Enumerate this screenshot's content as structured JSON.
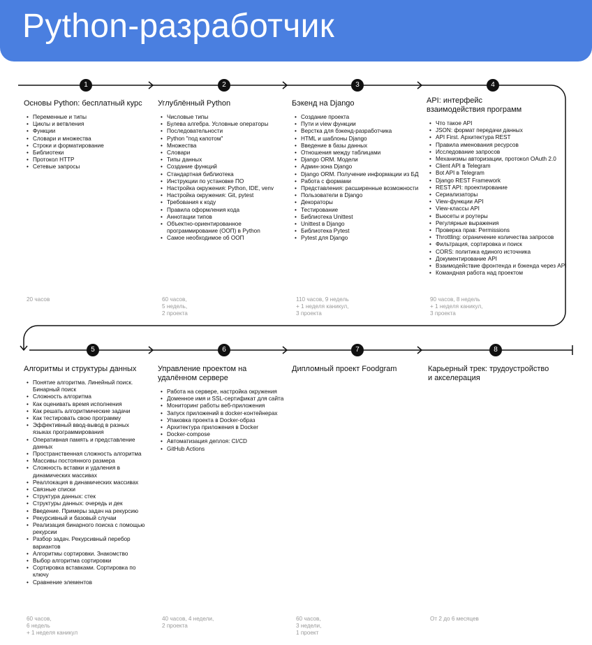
{
  "title": "Python-разработчик",
  "colors": {
    "header": "#4a7fe0",
    "line": "#111111",
    "meta": "#999999"
  },
  "stages": [
    {
      "number": "1",
      "title": "Основы Python: бесплатный курс",
      "items": [
        "Переменные и типы",
        "Циклы и ветвления",
        "Функции",
        "Словари и множества",
        "Строки и форматирование",
        "Библиотеки",
        "Протокол HTTP",
        "Сетевые запросы"
      ],
      "meta": "20 часов"
    },
    {
      "number": "2",
      "title": "Углублённый Python",
      "items": [
        "Числовые типы",
        "Булева алгебра. Условные операторы",
        "Последовательности",
        "Python \"под капотом\"",
        "Множества",
        "Словари",
        "Типы данных",
        "Создание функций",
        "Стандартная библиотека",
        "Инструкции по установке ПО",
        "Настройка окружения: Python, IDE, venv",
        "Настройка окружения: Git, pytest",
        "Требования к коду",
        "Правила оформления кода",
        "Аннотации типов",
        "Объектно-ориентированное программирование (ООП) в Python",
        "Самое необходимое об ООП"
      ],
      "meta": "60 часов,\n5 недель,\n2 проекта"
    },
    {
      "number": "3",
      "title": "Бэкенд на Django",
      "items": [
        "Создание проекта",
        "Пути и view функции",
        "Верстка для бэкенд-разработчика",
        "HTML и шаблоны Django",
        "Введение в базы данных",
        "Отношения между таблицами",
        "Django ORM. Модели",
        "Админ-зона Django",
        "Django ORM. Получение информации из БД",
        "Работа с формами",
        "Представления: расширенные возможности",
        "Пользователи в Django",
        "Декораторы",
        "Тестирование",
        "Библиотека Unittest",
        "Unittest в Django",
        "Библиотека Pytest",
        "Pytest для Django"
      ],
      "meta": "110 часов, 9 недель\n+ 1 неделя каникул,\n3 проекта"
    },
    {
      "number": "4",
      "title": "API: интерфейс взаимодействия программ",
      "items": [
        "Что такое API",
        "JSON: формат передачи данных",
        "API First. Архитектура REST",
        "Правила именования ресурсов",
        "Исследование запросов",
        "Механизмы авторизации, протокол OAuth 2.0",
        "Client API в Telegram",
        "Bot API в Telegram",
        "Django REST Framework",
        "REST API: проектирование",
        "Сериализаторы",
        "View-функции API",
        "View-классы API",
        "Вьюсеты и роутеры",
        "Регулярные выражения",
        "Проверка прав: Permissions",
        "Throttling: ограничение количества запросов",
        "Фильтрация, сортировка и поиск",
        "CORS: политика единого источника",
        "Документирование API",
        "Взаимодействие фронтенда и бэкенда через API",
        "Командная работа над проектом"
      ],
      "meta": "90 часов, 8 недель\n+ 1 неделя каникул,\n3 проекта"
    },
    {
      "number": "5",
      "title": "Алгоритмы и структуры данных",
      "items": [
        "Понятие алгоритма. Линейный поиск. Бинарный поиск",
        "Сложность алгоритма",
        "Как оценивать время исполнения",
        "Как решать алгоритмические задачи",
        "Как тестировать свою программу",
        "Эффективный ввод-вывод в разных языках программирования",
        "Оперативная память и представление данных",
        "Пространственная сложность алгоритма",
        "Массивы постоянного размера",
        "Сложность вставки и удаления в динамических массивах",
        "Реаллокация в динамических массивах",
        "Связные списки",
        "Структура данных: стек",
        "Структуры данных: очередь и дек",
        "Введение. Примеры задач на рекурсию",
        "Рекурсивный и базовый случаи",
        "Реализация бинарного поиска с помощью рекурсии",
        "Разбор задач. Рекурсивный перебор вариантов",
        "Алгоритмы сортировки. Знакомство",
        "Выбор алгоритма сортировки",
        "Сортировка вставками. Сортировка по ключу",
        "Сравнение элементов"
      ],
      "meta": "60 часов,\n6 недель\n+ 1 неделя каникул"
    },
    {
      "number": "6",
      "title": "Управление проектом на удалённом сервере",
      "items": [
        "Работа на сервере, настройка окружения",
        "Доменное имя и SSL-сертификат для сайта",
        "Мониторинг работы веб-приложения",
        "Запуск приложений в docker-контейнерах",
        "Упаковка проекта в Docker-образ",
        "Архитектура приложения в Docker",
        "Docker-compose",
        "Автоматизация деплоя: CI/CD",
        "GitHub Actions"
      ],
      "meta": "40 часов, 4 недели,\n2 проекта"
    },
    {
      "number": "7",
      "title": "Дипломный проект Foodgram",
      "items": [],
      "meta": "60 часов,\n3 недели,\n1 проект"
    },
    {
      "number": "8",
      "title": "Карьерный трек: трудоустройство и акселерация",
      "items": [],
      "meta": "От 2 до 6 месяцев"
    }
  ]
}
